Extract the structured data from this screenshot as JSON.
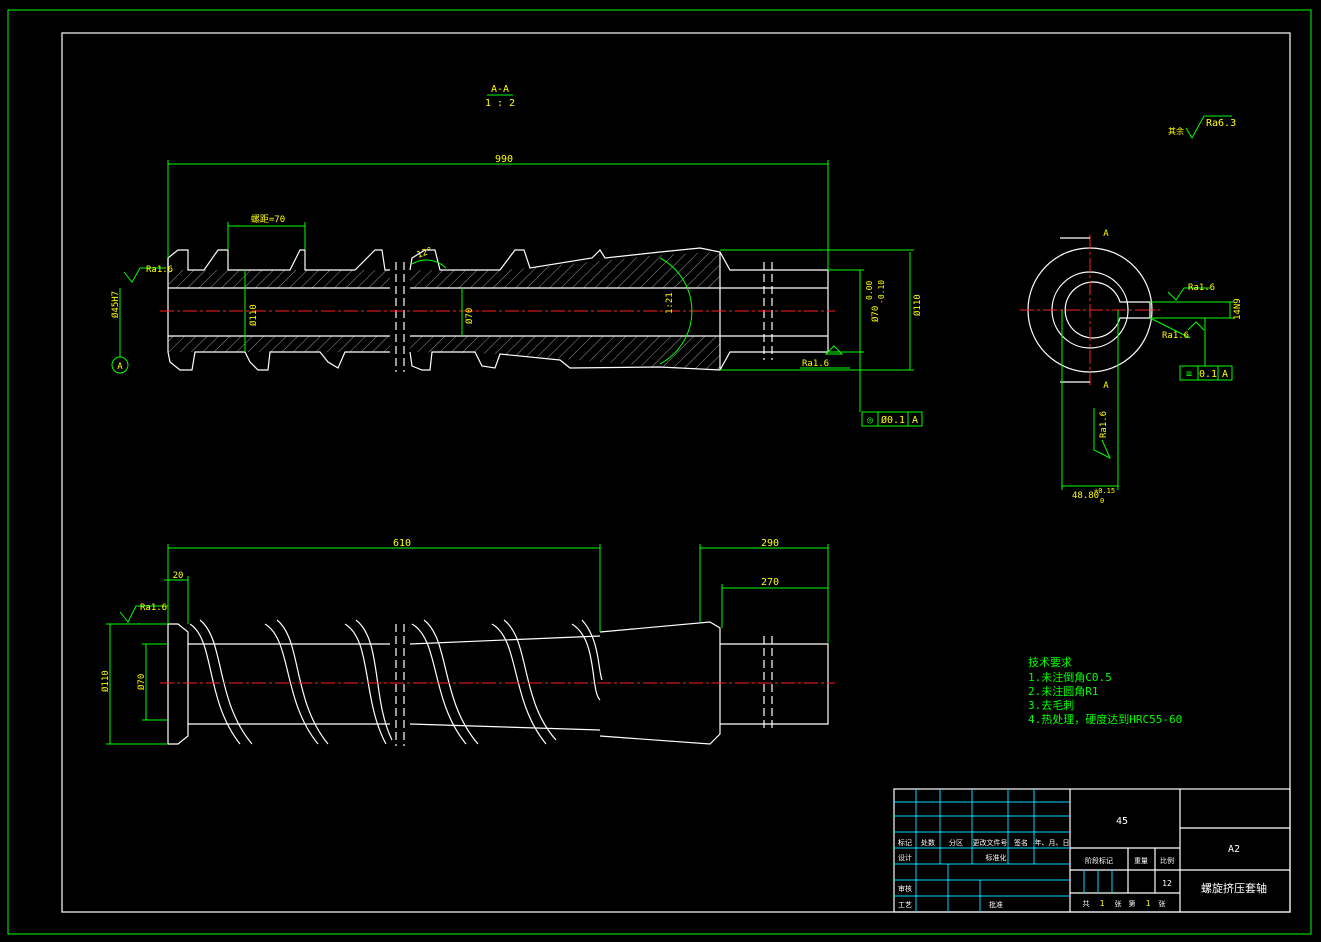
{
  "section_label": "A-A",
  "section_scale": "1 : 2",
  "dims": {
    "overall_length": "990",
    "pitch": "螺距=70",
    "angle": "12°",
    "bore_left": "Ø45H7",
    "d110_left": "Ø110",
    "d70_mid": "Ø70",
    "taper": "1:21",
    "d70_right": "Ø70",
    "tol_right": "0.00",
    "tol_right_low": "-0.10",
    "d110_right": "Ø110",
    "len610": "610",
    "len290": "290",
    "len270": "270",
    "len20": "20",
    "d110_side": "Ø110",
    "d70_side": "Ø70",
    "d48": "48.80",
    "d48_tol_up": "+0.15",
    "d48_tol_low": "0",
    "key14": "14N9"
  },
  "roughness": {
    "left": "Ra1.6",
    "right": "Ra1.6",
    "top_right_prefix": "其余",
    "top_right": "Ra6.3",
    "section_a": "Ra1.6",
    "section_b": "Ra1.6",
    "section_c": "Ra1.6",
    "bottom_left": "Ra1.6"
  },
  "datum": "A",
  "section_marks": [
    "A",
    "A"
  ],
  "tolerance_frames": {
    "concentricity": {
      "symbol": "◎",
      "value": "Ø0.1",
      "datum": "A"
    },
    "symmetry": {
      "symbol": "≡",
      "value": "0.1",
      "datum": "A"
    }
  },
  "notes": {
    "title": "技术要求",
    "items": [
      "1.未注倒角C0.5",
      "2.未注圆角R1",
      "3.去毛刺",
      "4.热处理，硬度达到HRC55-60"
    ]
  },
  "title_block": {
    "material": "45",
    "drawing_no": "A2",
    "part_name": "螺旋挤压套轴",
    "headers": [
      "标记",
      "处数",
      "分区",
      "更改文件号",
      "签名",
      "年、月、日"
    ],
    "row_design": [
      "设计",
      "",
      "",
      "标准化"
    ],
    "row_check": "审核",
    "row_process": "工艺",
    "row_approve": "批准",
    "stage_label": "阶段标记",
    "weight_label": "重量",
    "scale_label": "比例",
    "scale_value": "12",
    "sheets_label": "共",
    "sheets_total": "1",
    "sheet_label": "张",
    "sheet_of": "第",
    "sheet_no": "1",
    "sheet_suffix": "张"
  },
  "colors": {
    "background": "#000000",
    "outline": "#ffffff",
    "dimension": "#00ff00",
    "text": "#ffff00",
    "centerline": "#ff2020",
    "table": "#00d8ff"
  }
}
